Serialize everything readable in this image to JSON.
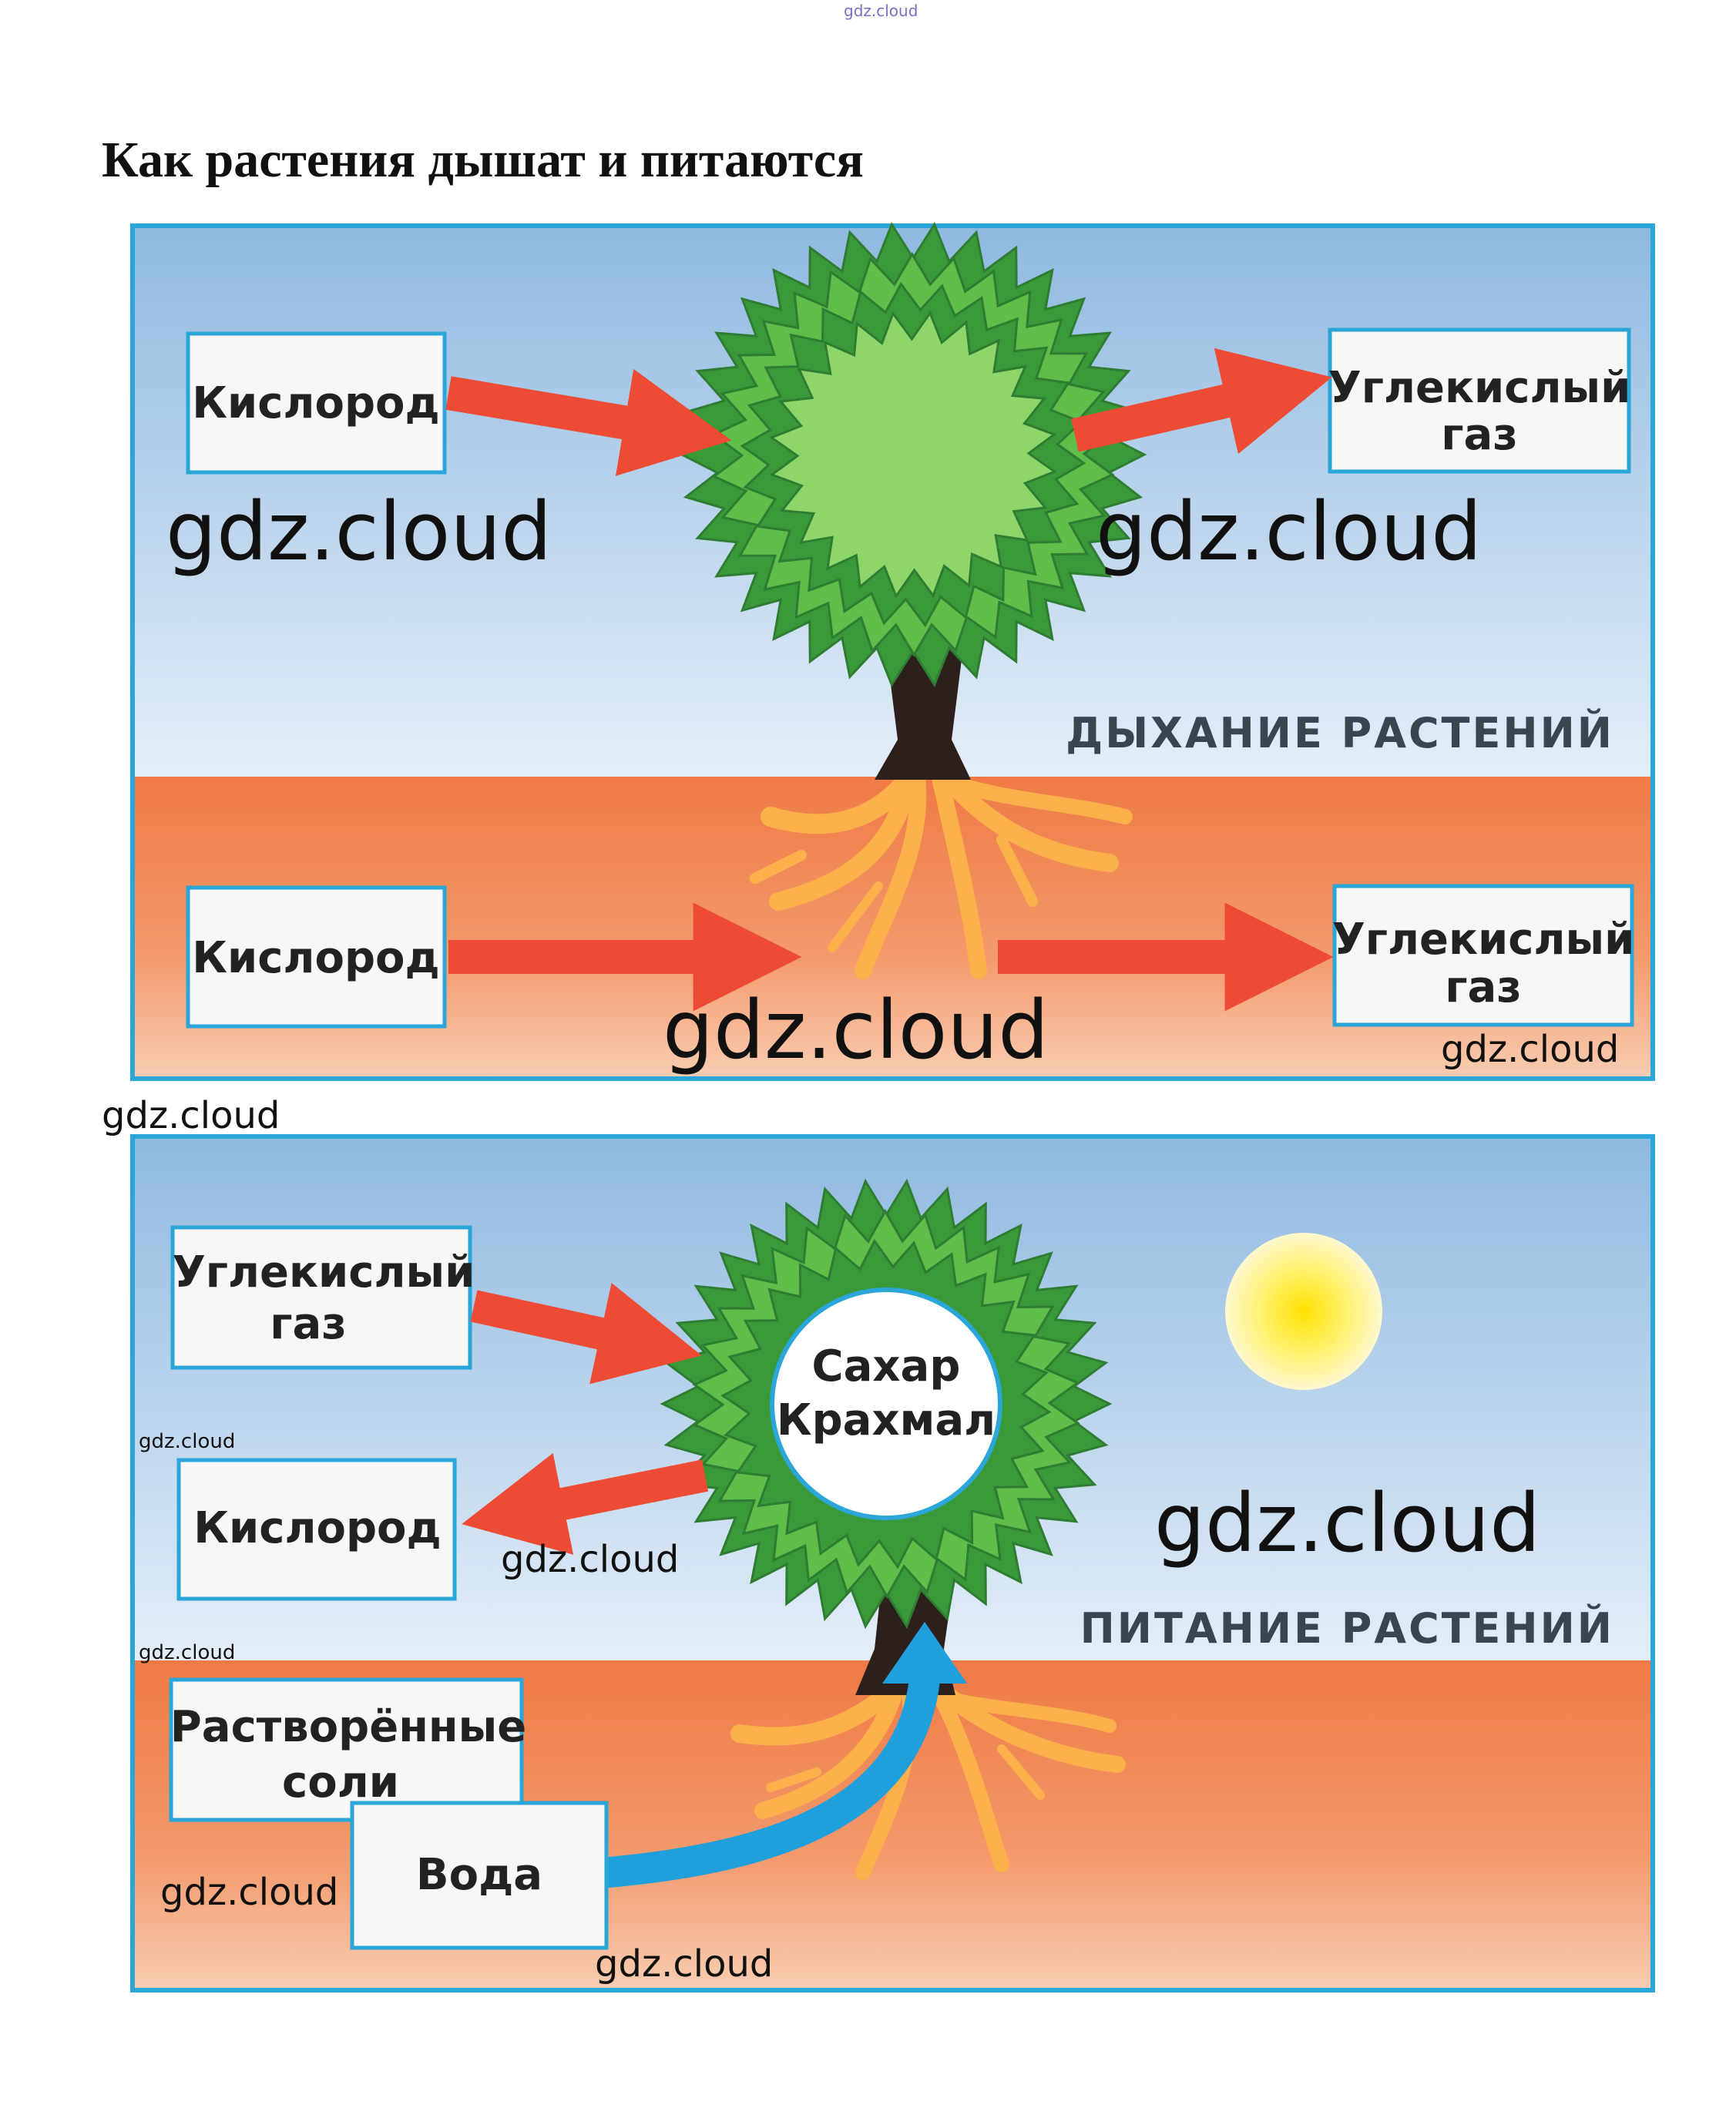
{
  "header": {
    "site_mark": "gdz.cloud",
    "title": "Как растения дышат и питаются"
  },
  "respiration": {
    "caption": "ДЫХАНИЕ  РАСТЕНИЙ",
    "air_input": "Кислород",
    "air_output_line1": "Углекислый",
    "air_output_line2": "газ",
    "soil_input": "Кислород",
    "soil_output_line1": "Углекислый",
    "soil_output_line2": "газ"
  },
  "nutrition": {
    "caption": "ПИТАНИЕ  РАСТЕНИЙ",
    "input_gas_line1": "Углекислый",
    "input_gas_line2": "газ",
    "output_gas": "Кислород",
    "crown_line1": "Сахар",
    "crown_line2": "Крахмал",
    "salts_line1": "Растворённые",
    "salts_line2": "соли",
    "water": "Вода"
  },
  "watermarks": [
    "gdz.cloud",
    "gdz.cloud",
    "gdz.cloud",
    "gdz.cloud",
    "gdz.cloud",
    "gdz.cloud",
    "gdz.cloud",
    "gdz.cloud",
    "gdz.cloud",
    "gdz.cloud",
    "gdz.cloud",
    "gdz.cloud"
  ],
  "colors": {
    "sky_top": "#8fb9e0",
    "sky_bottom": "#dfeaf6",
    "soil_top": "#f07a45",
    "soil_bottom": "#f8c2a4",
    "panel_border": "#2aa6d8",
    "arrow_red": "#ee4b35",
    "arrow_blue": "#1f9fdc",
    "leaf_dark": "#3a9a3a",
    "leaf_mid": "#5fbe4a",
    "leaf_light": "#8fd66a",
    "trunk": "#2c1f1c",
    "roots": "#fbb04a",
    "sun": "#ffe84a"
  }
}
